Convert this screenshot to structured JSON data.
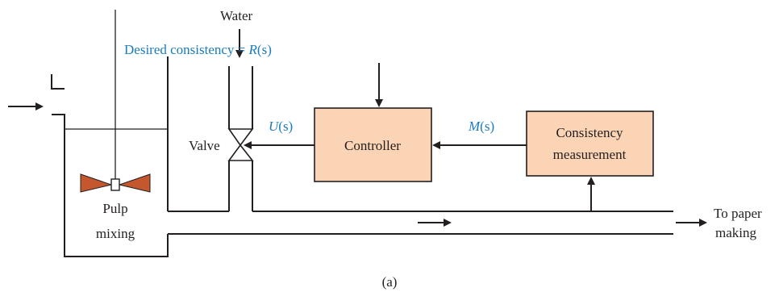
{
  "labels": {
    "water": "Water",
    "desired_prefix": "Desired consistency = ",
    "desired_symbol": "R",
    "desired_arg": "(s)",
    "valve": "Valve",
    "u_symbol": "U",
    "u_arg": "(s)",
    "m_symbol": "M",
    "m_arg": "(s)",
    "controller": "Controller",
    "consistency_line1": "Consistency",
    "consistency_line2": "measurement",
    "pulp_line1": "Pulp",
    "pulp_line2": "mixing",
    "to_paper_line1": "To paper",
    "to_paper_line2": "making",
    "caption": "(a)"
  },
  "colors": {
    "block_fill": "#fbd3b5",
    "signal_text": "#1a7bbf",
    "agitator": "#c4572e",
    "ink": "#231f20"
  }
}
